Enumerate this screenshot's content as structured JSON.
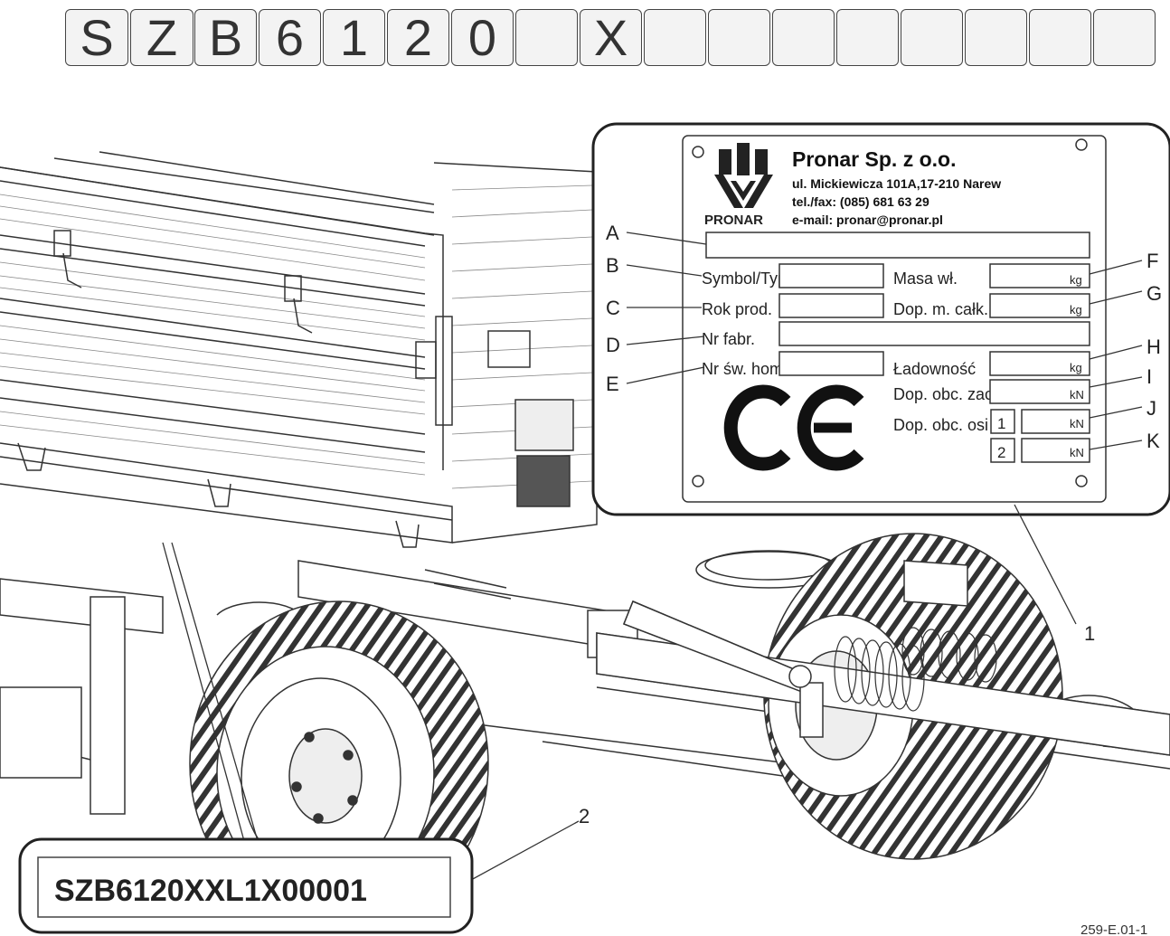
{
  "vin_boxes": [
    "S",
    "Z",
    "B",
    "6",
    "1",
    "2",
    "0",
    "",
    "X",
    "",
    "",
    "",
    "",
    "",
    "",
    ""
  ],
  "plate": {
    "company": "Pronar Sp. z o.o.",
    "address": "ul. Mickiewicza 101A,17-210 Narew",
    "phone": "tel./fax: (085) 681 63 29",
    "email": "e-mail: pronar@pronar.pl",
    "logo_text": "PRONAR",
    "ce_mark": "CE",
    "fields": {
      "symbol": "Symbol/Typ",
      "rok": "Rok prod.",
      "nr_fabr": "Nr fabr.",
      "nr_sw": "Nr św. hom.",
      "masa": "Masa wł.",
      "dop_m": "Dop. m. całk.",
      "ladownosc": "Ładowność",
      "dop_zacz": "Dop. obc. zacz.",
      "dop_osi": "Dop. obc. osi",
      "axle1": "1",
      "axle2": "2"
    },
    "units": {
      "kg": "kg",
      "kn": "kN"
    }
  },
  "callouts": {
    "A": "A",
    "B": "B",
    "C": "C",
    "D": "D",
    "E": "E",
    "F": "F",
    "G": "G",
    "H": "H",
    "I": "I",
    "J": "J",
    "K": "K",
    "item1": "1",
    "item2": "2"
  },
  "serial_number": "SZB6120XXL1X00001",
  "figure_code": "259-E.01-1"
}
